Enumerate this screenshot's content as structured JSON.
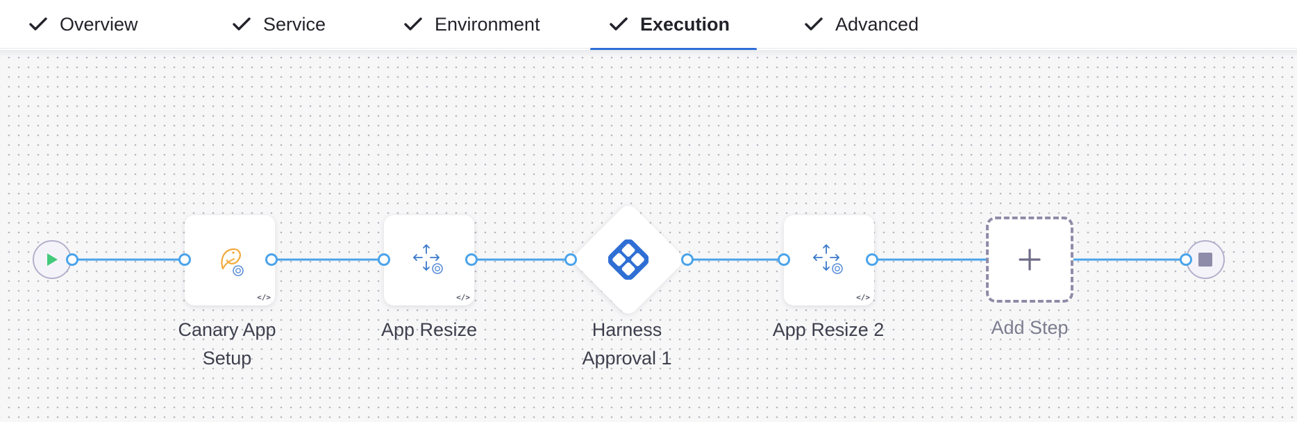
{
  "tabs": [
    {
      "label": "Overview",
      "completed": true,
      "active": false
    },
    {
      "label": "Service",
      "completed": true,
      "active": false
    },
    {
      "label": "Environment",
      "completed": true,
      "active": false
    },
    {
      "label": "Execution",
      "completed": true,
      "active": true
    },
    {
      "label": "Advanced",
      "completed": true,
      "active": false
    }
  ],
  "pipeline": {
    "start_icon": "play-icon",
    "end_icon": "stop-icon",
    "steps": [
      {
        "label_line1": "Canary App",
        "label_line2": "Setup",
        "icon": "canary-app-setup-icon"
      },
      {
        "label_line1": "App Resize",
        "label_line2": "",
        "icon": "app-resize-icon"
      },
      {
        "label_line1": "Harness",
        "label_line2": "Approval 1",
        "icon": "harness-approval-icon"
      },
      {
        "label_line1": "App Resize 2",
        "label_line2": "",
        "icon": "app-resize-icon"
      }
    ],
    "add_step_label": "Add Step",
    "code_badge": "</>"
  },
  "colors": {
    "accent": "#2d6fd6",
    "wire": "#4aa3ea",
    "canary": "#f2a93b",
    "approval": "#2f6fd4",
    "add_border": "#8f8ca8"
  }
}
